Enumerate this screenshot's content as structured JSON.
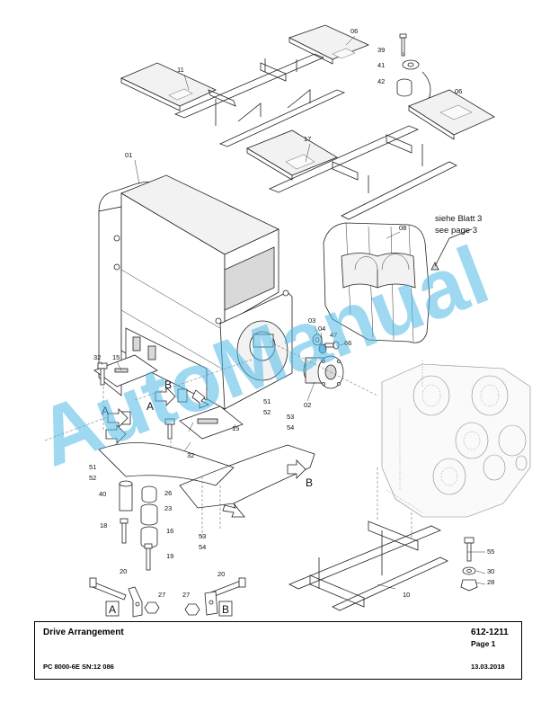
{
  "title_block": {
    "title": "Drive Arrangement",
    "drawing_number": "612-1211",
    "page": "Page 1",
    "model": "PC 8000-6E SN:12 086",
    "date": "13.03.2018"
  },
  "reference_note": {
    "line1": "siehe Blatt 3",
    "line2": "see page 3"
  },
  "watermark": "AutoManual",
  "detail_letters": [
    "A",
    "B"
  ],
  "callouts": {
    "c01": "01",
    "c02": "02",
    "c03": "03",
    "c04": "04",
    "c06a": "06",
    "c06b": "06",
    "c08": "08",
    "c10": "10",
    "c11": "11",
    "c15a": "15",
    "c15b": "15",
    "c16": "16",
    "c17": "17",
    "c18": "18",
    "c19": "19",
    "c20a": "20",
    "c20b": "20",
    "c23": "23",
    "c26": "26",
    "c27a": "27",
    "c27b": "27",
    "c28": "28",
    "c30": "30",
    "c32a": "32",
    "c32b": "32",
    "c39": "39",
    "c40": "40",
    "c41": "41",
    "c42": "42",
    "c47": "47",
    "c51a": "51",
    "c52a": "52",
    "c51b": "51",
    "c52b": "52",
    "c53a": "53",
    "c54a": "54",
    "c53b": "53",
    "c54b": "54",
    "c55": "55",
    "c66": "66"
  },
  "colors": {
    "watermark": "#4fb8e6",
    "highlight_part": "#3a8fd8"
  },
  "icons": {
    "direction_arrow": "hollow-arrow-icon"
  }
}
